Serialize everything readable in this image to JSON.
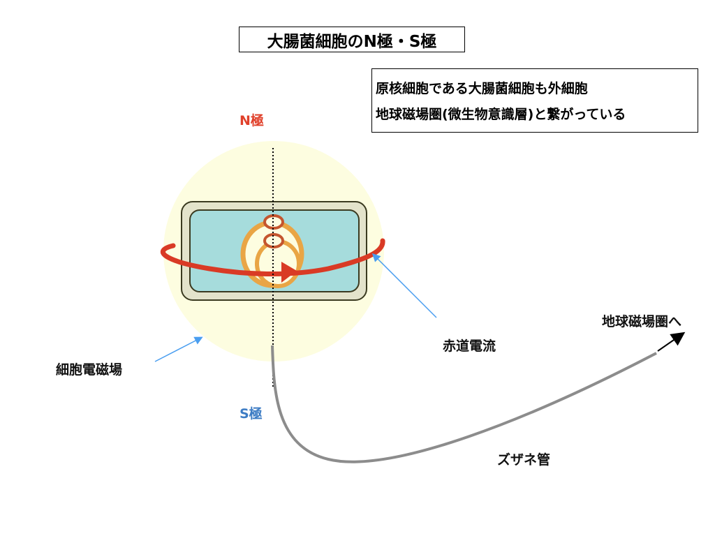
{
  "title": "大腸菌細胞のN極・S極",
  "note": {
    "line1": "原核細胞である大腸菌細胞も外細胞",
    "line2": "地球磁場圏(微生物意識層)と繋がっている"
  },
  "labels": {
    "n_pole": "N極",
    "s_pole": "S極",
    "cell_field": "細胞電磁場",
    "equator_current": "赤道電流",
    "to_geomagnetic": "地球磁場圏へ",
    "zuzane_tube": "ズザネ管"
  },
  "colors": {
    "n_pole": "#e0402a",
    "s_pole": "#3d7cc4",
    "field": "#fdfde0",
    "cytoplasm": "#a6dcdc",
    "current_arrow": "#d93a25",
    "pointer_arrow": "#4a9ef0"
  }
}
